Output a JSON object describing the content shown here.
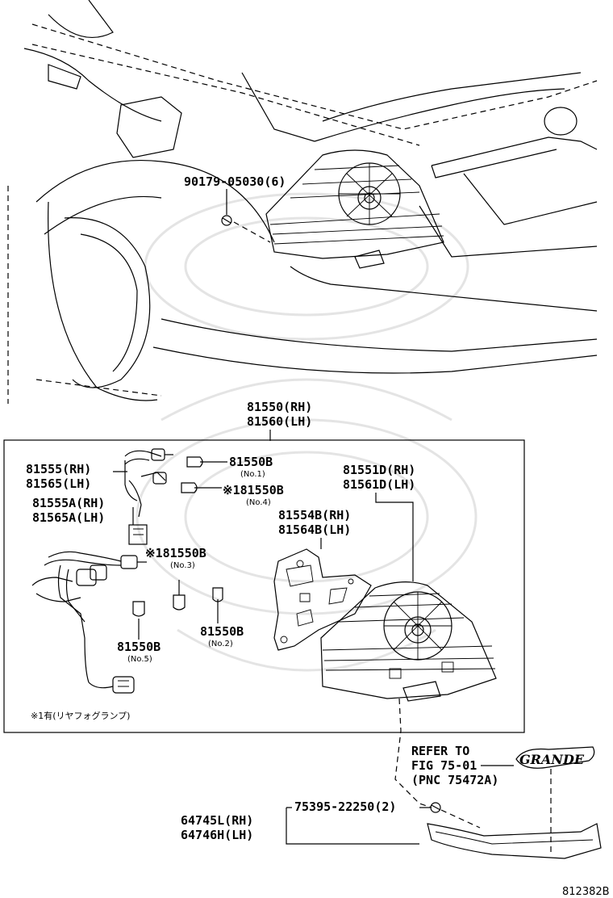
{
  "parts": {
    "screw_top": "90179-05030(6)",
    "assembly_rh": "81550(RH)",
    "assembly_lh": "81560(LH)",
    "socket_rh": "81555(RH)",
    "socket_lh": "81565(LH)",
    "socket_a_rh": "81555A(RH)",
    "socket_a_lh": "81565A(LH)",
    "bulb_no1": "81550B",
    "bulb_no1_sub": "(No.1)",
    "bulb_no4": "※181550B",
    "bulb_no4_sub": "(No.4)",
    "bulb_no3": "※181550B",
    "bulb_no3_sub": "(No.3)",
    "bulb_no2": "81550B",
    "bulb_no2_sub": "(No.2)",
    "bulb_no5": "81550B",
    "bulb_no5_sub": "(No.5)",
    "lens_rh": "81551D(RH)",
    "lens_lh": "81561D(LH)",
    "gasket_rh": "81554B(RH)",
    "gasket_lh": "81564B(LH)",
    "refer_line1": "REFER TO",
    "refer_line2": "FIG 75-01",
    "refer_line3": "(PNC 75472A)",
    "screw_bottom": "75395-22250(2)",
    "garnish_rh": "64745L(RH)",
    "garnish_lh": "64746H(LH)"
  },
  "note": "※1有(リヤフォグランプ)",
  "emblem": "GRANDE",
  "figure_id": "812382B",
  "icons": [
    "tail-lamp-icon",
    "screw-icon",
    "bulb-icon",
    "socket-icon",
    "emblem-icon"
  ]
}
